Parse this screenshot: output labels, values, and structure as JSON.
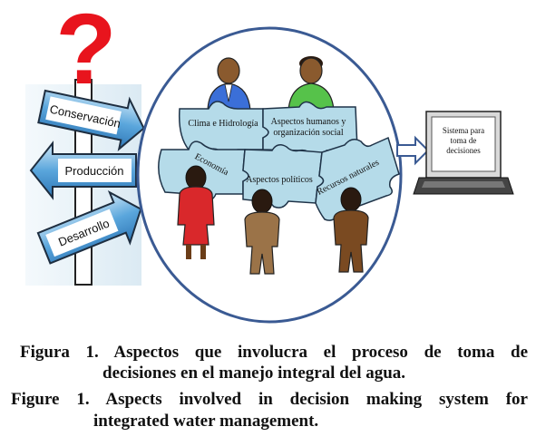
{
  "signpost": {
    "symbol": "?",
    "arrows": [
      "Conservación",
      "Producción",
      "Desarrollo"
    ]
  },
  "puzzle": {
    "pieces": [
      "Clima e Hidrología",
      "Aspectos humanos y",
      "organización social",
      "Economía",
      "Aspectos políticos",
      "Recursos naturales"
    ]
  },
  "computer": {
    "screen_lines": [
      "Sistema para",
      "toma de",
      "decisiones"
    ]
  },
  "caption": {
    "es_line1": "Figura 1. Aspectos que involucra el proceso de toma de",
    "es_line2": "decisiones en el manejo integral del agua.",
    "en_line1": "Figure 1. Aspects involved in decision making system for",
    "en_line2": "integrated water management."
  },
  "colors": {
    "question_mark": "#e8141d",
    "arrow_fill": "#5aa6dc",
    "puzzle_fill": "#b5dbe9",
    "circle_stroke": "#3a5a93",
    "person_green": "#56c24a",
    "person_blue": "#3b6fd8",
    "person_red": "#d9282b",
    "person_tan": "#9b7348",
    "person_brown": "#7a4a21"
  }
}
